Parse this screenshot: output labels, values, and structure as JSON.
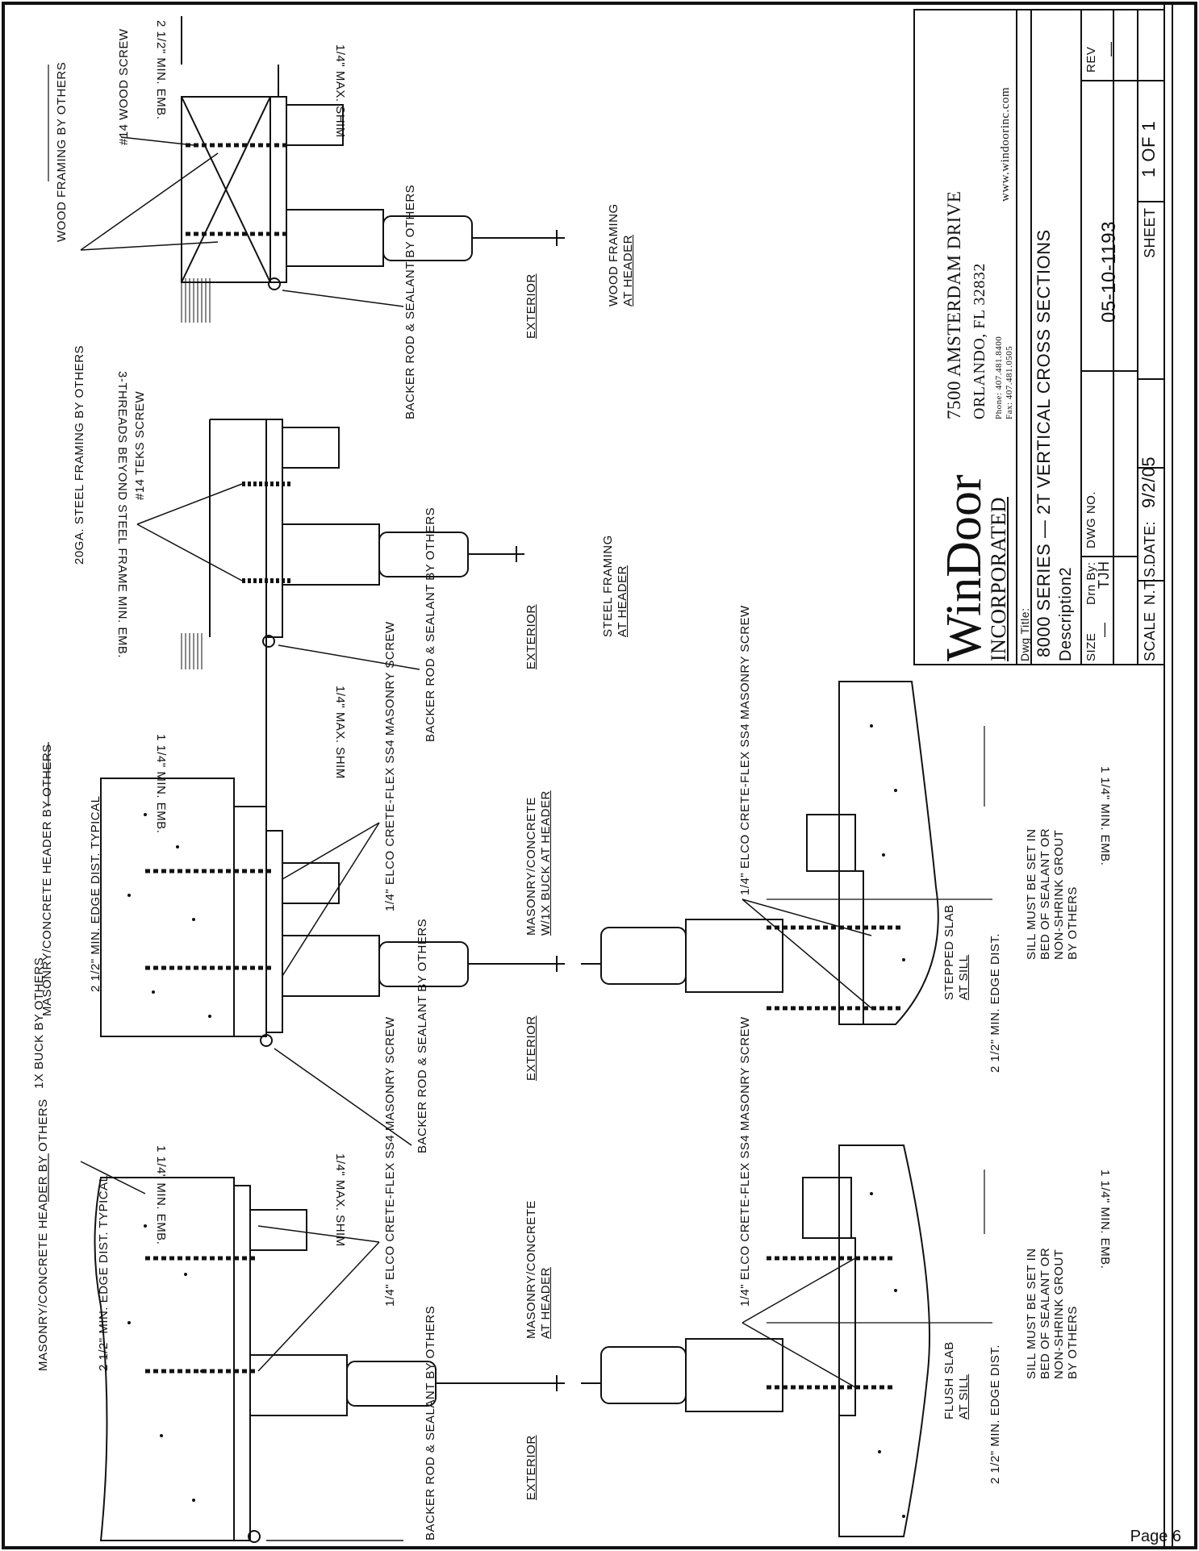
{
  "title_block": {
    "company_name": "WinDoor",
    "company_sub": "INCORPORATED",
    "address_line1": "7500 AMSTERDAM DRIVE",
    "address_line2": "ORLANDO, FL 32832",
    "phone": "Phone: 407.481.8400",
    "fax": "Fax: 407.481.0505",
    "website": "www.windoorinc.com",
    "dwg_title_label": "Dwg Title:",
    "dwg_title": "8000 SERIES  —  2T VERTICAL CROSS SECTIONS",
    "description": "Description2",
    "size_label": "SIZE",
    "size_value": "—",
    "drn_by_label": "Drn By:",
    "drn_by_value": "TJH",
    "dwg_no_label": "DWG NO.",
    "dwg_no_value": "05-10-1193",
    "rev_label": "REV",
    "rev_value": "—",
    "scale_label": "SCALE",
    "scale_value": "N.T.S.",
    "date_label": "DATE:",
    "date_value": "9/2/05",
    "sheet_label": "SHEET",
    "sheet_value": "1 of 1"
  },
  "page_label": "Page 6",
  "details": {
    "wood": {
      "title": "WOOD FRAMING",
      "subtitle": "AT HEADER",
      "exterior": "EXTERIOR",
      "framing_note": "WOOD FRAMING BY OTHERS",
      "screw_note": "#14 WOOD SCREW",
      "backer_note": "BACKER ROD & SEALANT BY OTHERS",
      "emb_dim": "2 1/2\" MIN. EMB.",
      "shim_dim": "1/4\" MAX. SHIM"
    },
    "steel": {
      "title": "STEEL FRAMING",
      "subtitle": "AT HEADER",
      "exterior": "EXTERIOR",
      "framing_note": "20ga. STEEL FRAMING BY OTHERS",
      "screw_note": "#14 TEKS SCREW",
      "backer_note": "BACKER ROD & SEALANT BY OTHERS",
      "threads_note": "3-THREADS BEYOND STEEL FRAME MIN. EMB.",
      "shim_dim": "1/4\" MAX. SHIM"
    },
    "buck": {
      "title": "MASONRY/CONCRETE",
      "subtitle": "W/1X BUCK AT HEADER",
      "exterior": "EXTERIOR",
      "header_note": "MASONRY/CONCRETE HEADER BY OTHERS",
      "buck_note": "1X BUCK BY OTHERS",
      "edge_note": "2 1/2\" MIN. EDGE DIST. TYPICAL",
      "screw_note": "1/4\" ELCO CRETE-FLEX SS4 MASONRY SCREW",
      "backer_note": "BACKER ROD & SEALANT BY OTHERS",
      "emb_dim": "1 1/4\" MIN. EMB."
    },
    "masonry": {
      "title": "MASONRY/CONCRETE",
      "subtitle": "AT HEADER",
      "exterior": "EXTERIOR",
      "header_note": "MASONRY/CONCRETE HEADER BY OTHERS",
      "edge_note": "2 1/2\" MIN. EDGE DIST. TYPICAL",
      "screw_note": "1/4\" ELCO CRETE-FLEX SS4 MASONRY SCREW",
      "backer_note": "BACKER ROD & SEALANT BY OTHERS",
      "emb_dim": "1 1/4\" MIN. EMB.",
      "shim_dim": "1/4\" MAX. SHIM"
    },
    "stepped": {
      "title": "STEPPED SLAB",
      "subtitle": "AT SILL",
      "screw_note": "1/4\" ELCO CRETE-FLEX SS4 MASONRY SCREW",
      "sill_note": "SILL MUST BE SET IN BED OF SEALANT OR NON-SHRINK GROUT BY OTHERS",
      "edge_dim": "2 1/2\" MIN. EDGE DIST.",
      "emb_dim": "1 1/4\" MIN. EMB."
    },
    "flush": {
      "title": "FLUSH SLAB",
      "subtitle": "AT SILL",
      "screw_note": "1/4\" ELCO CRETE-FLEX SS4 MASONRY SCREW",
      "sill_note": "SILL MUST BE SET IN BED OF SEALANT OR NON-SHRINK GROUT BY OTHERS",
      "edge_dim": "2 1/2\" MIN. EDGE DIST.",
      "emb_dim": "1 1/4\" MIN. EMB."
    }
  }
}
